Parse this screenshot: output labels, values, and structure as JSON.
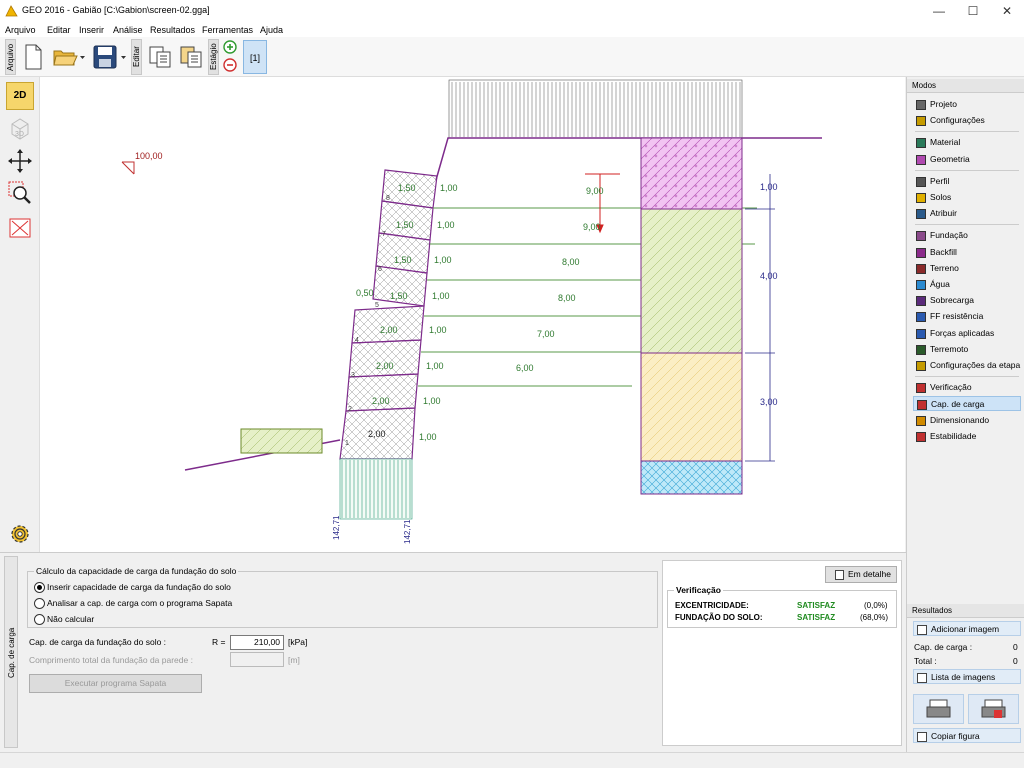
{
  "window": {
    "title": "GEO 2016 - Gabião [C:\\Gabion\\screen-02.gga]",
    "controls": [
      "—",
      "☐",
      "✕"
    ]
  },
  "menu": [
    "Arquivo",
    "Editar",
    "Inserir",
    "Análise",
    "Resultados",
    "Ferramentas",
    "Ajuda"
  ],
  "toolbar": {
    "tab_arquivo": "Arquivo",
    "tab_editar": "Editar",
    "tab_estagio": "Estágio",
    "stage_label": "[1]"
  },
  "left_tools": {
    "btn_2d": "2D",
    "btn_3d": "3D"
  },
  "canvas": {
    "elevation": "100,00",
    "blocks": [
      {
        "num": "8",
        "width": "1,50",
        "height": "1,00"
      },
      {
        "num": "7",
        "width": "1,50",
        "height": "1,00"
      },
      {
        "num": "6",
        "width": "1,50",
        "height": "1,00"
      },
      {
        "num": "5",
        "width": "1,50",
        "height": "1,00",
        "offset": "0,50"
      },
      {
        "num": "4",
        "width": "2,00",
        "height": "1,00"
      },
      {
        "num": "3",
        "width": "2,00",
        "height": "1,00"
      },
      {
        "num": "2",
        "width": "2,00",
        "height": "1,00"
      },
      {
        "num": "1",
        "width": "2,00",
        "height": "1,00"
      }
    ],
    "reinforcement_lengths": [
      "9,00",
      "9,00",
      "8,00",
      "8,00",
      "7,00",
      "6,00"
    ],
    "layer_thicknesses": [
      "1,00",
      "4,00",
      "3,00"
    ],
    "stress_values": [
      "142,71",
      "142,71"
    ]
  },
  "bottom": {
    "side_tab": "Cap. de carga",
    "group_title": "Cálculo da capacidade de carga da fundação do solo",
    "options": [
      {
        "label": "Inserir capacidade de carga da fundação do solo",
        "checked": true
      },
      {
        "label": "Analisar a cap. de carga com o programa Sapata",
        "checked": false
      },
      {
        "label": "Não calcular",
        "checked": false
      }
    ],
    "capacity_label": "Cap. de carga da fundação do solo :",
    "capacity_symbol": "R =",
    "capacity_value": "210,00",
    "capacity_unit": "[kPa]",
    "length_label": "Comprimento total da fundação da parede :",
    "length_unit": "[m]",
    "run_button": "Executar programa Sapata",
    "detail_button": "Em detalhe",
    "verification_title": "Verificação",
    "verification_rows": [
      {
        "name": "EXCENTRICIDADE:",
        "status": "SATISFAZ",
        "value": "(0,0%)"
      },
      {
        "name": "FUNDAÇÃO DO SOLO:",
        "status": "SATISFAZ",
        "value": "(68,0%)"
      }
    ]
  },
  "modes": {
    "header": "Modos",
    "items": [
      {
        "label": "Projeto",
        "icon": "project-icon"
      },
      {
        "label": "Configurações",
        "icon": "settings-icon"
      },
      {
        "label": "Material",
        "icon": "material-icon"
      },
      {
        "label": "Geometria",
        "icon": "geometry-icon"
      },
      {
        "label": "Perfil",
        "icon": "profile-icon"
      },
      {
        "label": "Solos",
        "icon": "soils-icon"
      },
      {
        "label": "Atribuir",
        "icon": "assign-icon"
      },
      {
        "label": "Fundação",
        "icon": "foundation-icon"
      },
      {
        "label": "Backfill",
        "icon": "backfill-icon"
      },
      {
        "label": "Terreno",
        "icon": "terrain-icon"
      },
      {
        "label": "Água",
        "icon": "water-icon"
      },
      {
        "label": "Sobrecarga",
        "icon": "surcharge-icon"
      },
      {
        "label": "FF resistência",
        "icon": "resistance-icon"
      },
      {
        "label": "Forças aplicadas",
        "icon": "forces-icon"
      },
      {
        "label": "Terremoto",
        "icon": "earthquake-icon"
      },
      {
        "label": "Configurações da etapa",
        "icon": "stage-settings-icon"
      },
      {
        "label": "Verificação",
        "icon": "verification-icon"
      },
      {
        "label": "Cap. de carga",
        "icon": "bearing-capacity-icon",
        "active": true
      },
      {
        "label": "Dimensionando",
        "icon": "dimensioning-icon"
      },
      {
        "label": "Estabilidade",
        "icon": "stability-icon"
      }
    ]
  },
  "results": {
    "header": "Resultados",
    "add_image": "Adicionar imagem",
    "cap_label": "Cap. de carga :",
    "cap_value": "0",
    "total_label": "Total :",
    "total_value": "0",
    "image_list": "Lista de imagens",
    "copy_figure": "Copiar figura"
  }
}
